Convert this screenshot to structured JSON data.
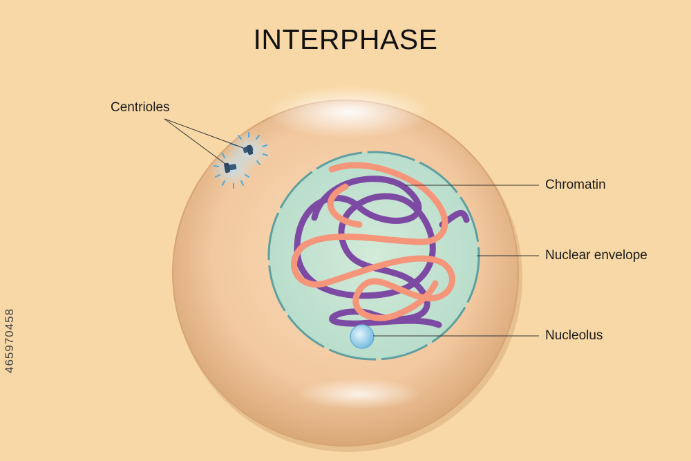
{
  "title": "INTERPHASE",
  "labels": {
    "centrioles": "Centrioles",
    "chromatin": "Chromatin",
    "nuclear_envelope": "Nuclear envelope",
    "nucleolus": "Nucleolus"
  },
  "image_id": "465970458",
  "colors": {
    "background": "#f8d8a6",
    "cell": "#f3caa0",
    "nucleus": "#bfe0cf",
    "nuclear_envelope": "#5f9fa0",
    "chromatin_purple": "#7d4aa3",
    "chromatin_salmon": "#f5957a",
    "nucleolus": "#8cc9e6",
    "centriole": "#38597a"
  }
}
